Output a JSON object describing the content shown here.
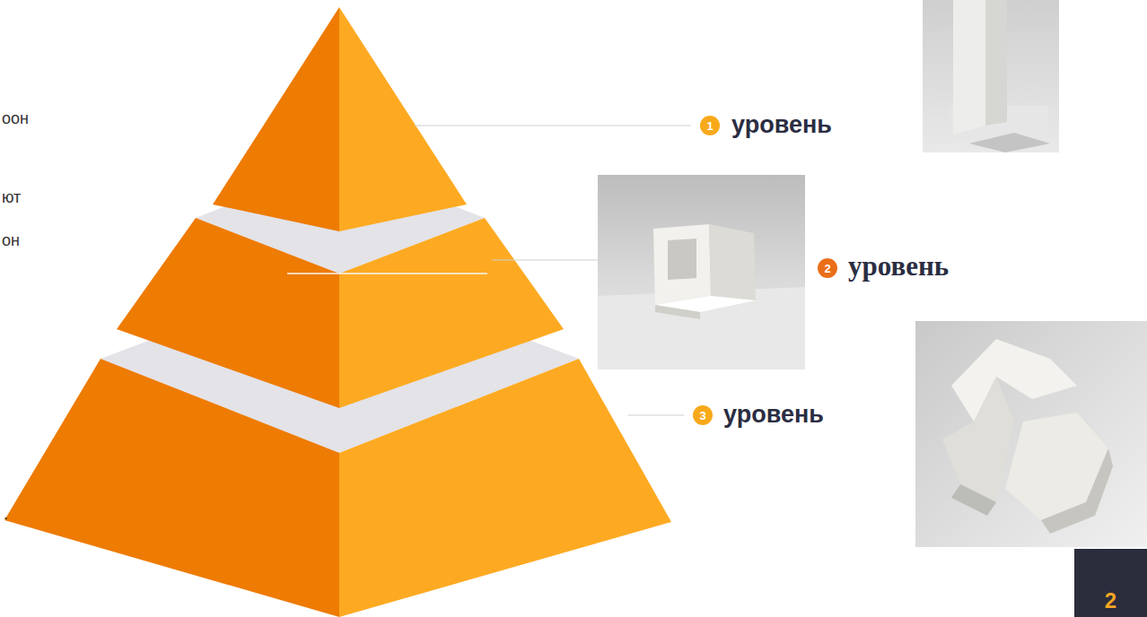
{
  "diagram": {
    "nodes": [
      {
        "text": [
          "1"
        ]
      },
      {
        "text": [
          "2"
        ]
      },
      {
        "text": [
          "3"
        ]
      },
      {
        "text": [
          "2"
        ]
      }
    ],
    "labels": [
      "уровень",
      "уровень",
      "уровень",
      "оон",
      "ют",
      "он",
      "."
    ]
  }
}
